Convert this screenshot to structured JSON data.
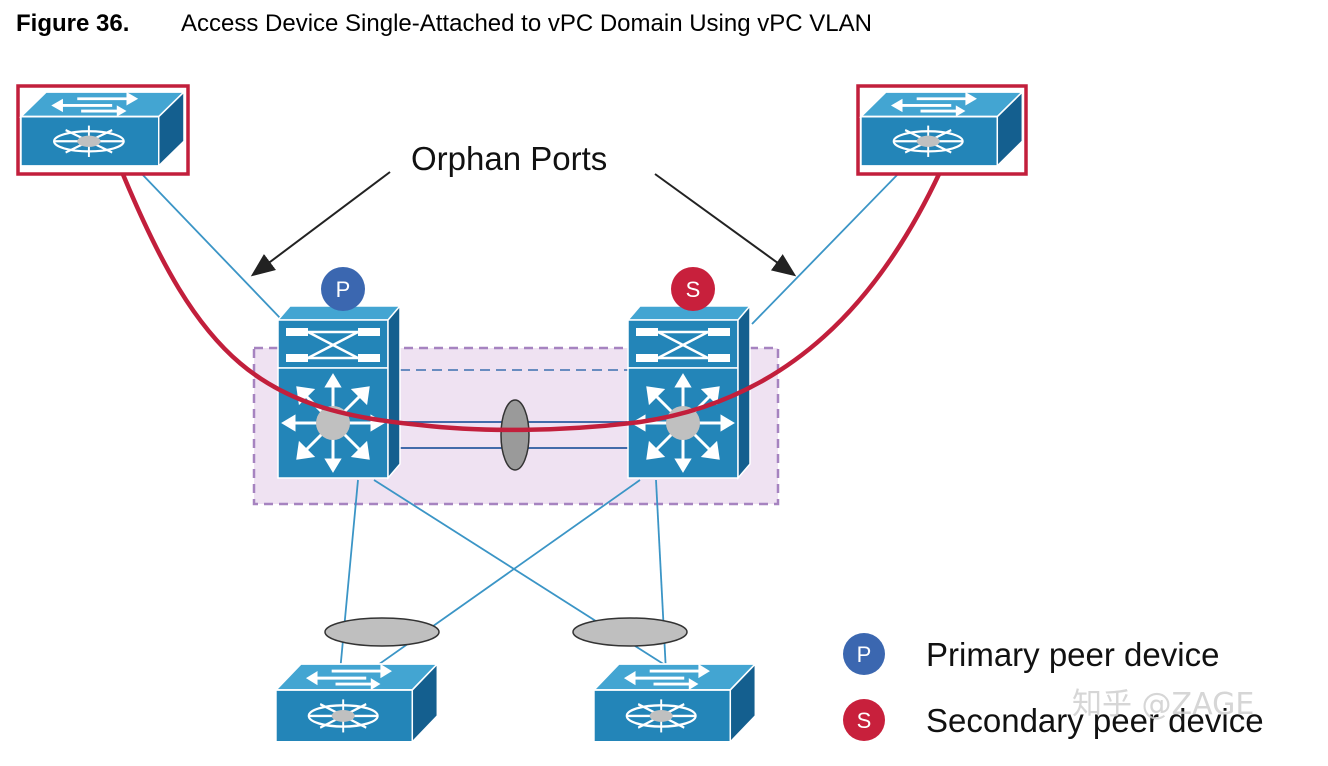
{
  "figure": {
    "number": "Figure 36.",
    "title": "Access Device Single-Attached to vPC Domain Using vPC VLAN"
  },
  "callout": {
    "label": "Orphan Ports"
  },
  "badges": {
    "primary": "P",
    "secondary": "S"
  },
  "legend": [
    {
      "badge": "P",
      "label": "Primary peer device",
      "color": "#3b67b0"
    },
    {
      "badge": "S",
      "label": "Secondary peer device",
      "color": "#c8203c"
    }
  ],
  "watermark": {
    "text": "知乎 @ZAGE"
  },
  "colors": {
    "switch_top": "#3fa1cf",
    "switch_front": "#2385b8",
    "switch_side": "#145f8f",
    "vpc_domain_fill": "#efe2f2",
    "vpc_domain_border": "#a683c0",
    "highlight_red": "#c21f3c",
    "link_blue": "#3b95c6",
    "primary": "#3b67b0",
    "secondary": "#c8203c"
  },
  "devices": {
    "orphan_left": "access-switch",
    "orphan_right": "access-switch",
    "peer_primary": "nexus-switch",
    "peer_secondary": "nexus-switch",
    "access_bottom_left": "access-switch",
    "access_bottom_right": "access-switch"
  }
}
